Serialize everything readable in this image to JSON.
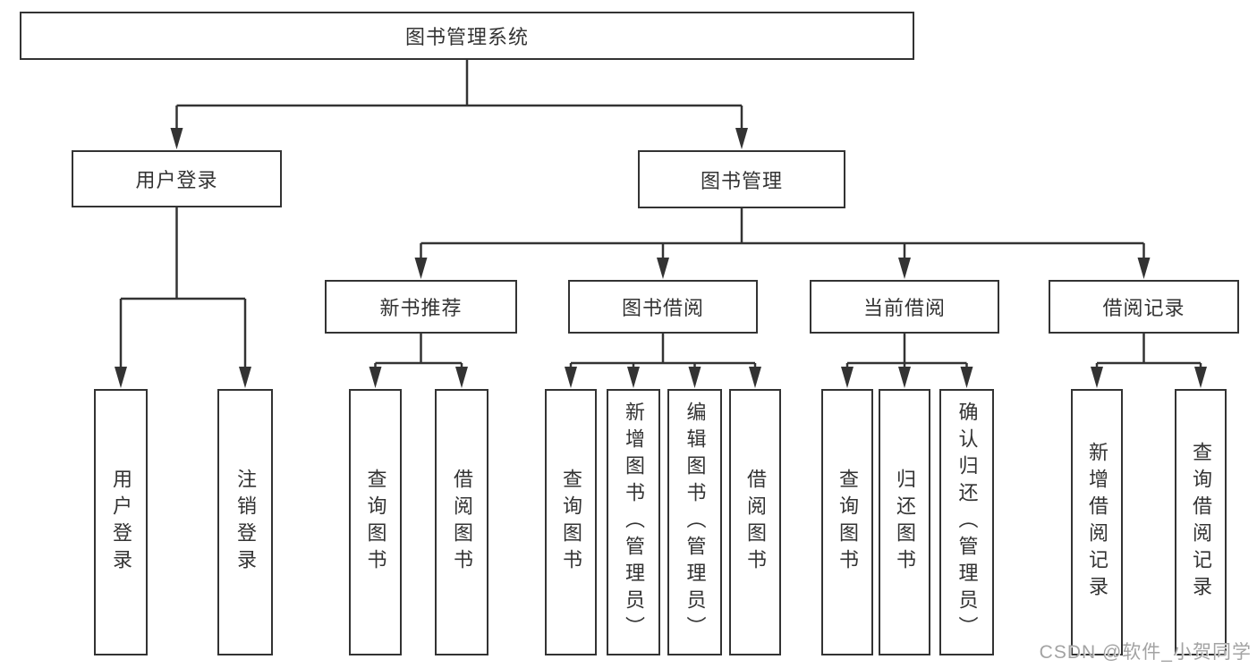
{
  "diagram": {
    "root": {
      "label": "图书管理系统"
    },
    "level2": [
      {
        "label": "用户登录"
      },
      {
        "label": "图书管理"
      }
    ],
    "user_login_children": [
      {
        "label": "用户登录"
      },
      {
        "label": "注销登录"
      }
    ],
    "level3": [
      {
        "label": "新书推荐"
      },
      {
        "label": "图书借阅"
      },
      {
        "label": "当前借阅"
      },
      {
        "label": "借阅记录"
      }
    ],
    "new_book_children": [
      {
        "label": "查询图书"
      },
      {
        "label": "借阅图书"
      }
    ],
    "book_borrow_children": [
      {
        "label": "查询图书"
      },
      {
        "label": "新增图书（管理员）"
      },
      {
        "label": "编辑图书（管理员）"
      },
      {
        "label": "借阅图书"
      }
    ],
    "current_borrow_children": [
      {
        "label": "查询图书"
      },
      {
        "label": "归还图书"
      },
      {
        "label": "确认归还（管理员）"
      }
    ],
    "borrow_record_children": [
      {
        "label": "新增借阅记录"
      },
      {
        "label": "查询借阅记录"
      }
    ]
  },
  "watermark": {
    "text": "CSDN @软件_小贺同学"
  },
  "colors": {
    "line": "#333333",
    "box_border": "#333333",
    "text": "#333333",
    "background": "#ffffff",
    "watermark": "#a3a3a3"
  }
}
